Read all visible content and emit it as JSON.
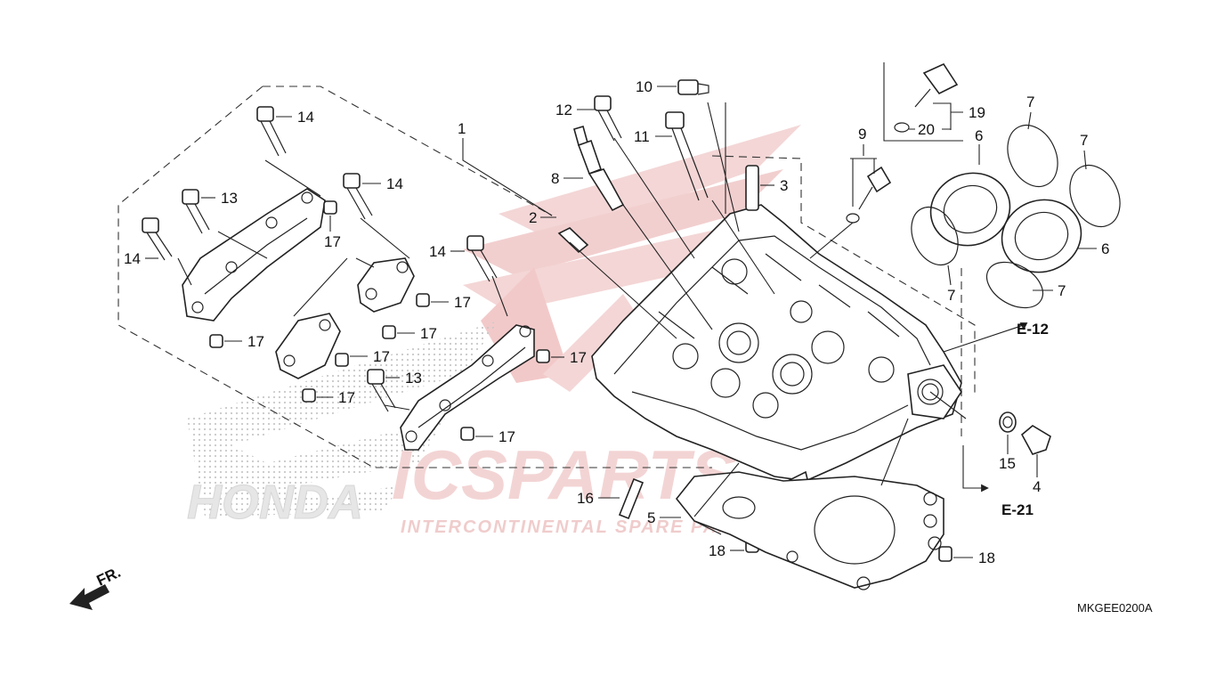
{
  "diagram": {
    "code": "MKGEE0200A",
    "direction_label": "FR.",
    "refs": {
      "e12": "E-12",
      "e21": "E-21"
    },
    "watermark": {
      "brand": "ICSPARTS",
      "tagline": "INTERCONTINENTAL SPARE PARTS",
      "maker": "HONDA"
    },
    "callouts": {
      "c1": "1",
      "c2": "2",
      "c3": "3",
      "c4": "4",
      "c5": "5",
      "c6a": "6",
      "c6b": "6",
      "c7a": "7",
      "c7b": "7",
      "c7c": "7",
      "c7d": "7",
      "c8": "8",
      "c9": "9",
      "c10": "10",
      "c11": "11",
      "c12": "12",
      "c13a": "13",
      "c13b": "13",
      "c14a": "14",
      "c14b": "14",
      "c14c": "14",
      "c14d": "14",
      "c15": "15",
      "c16": "16",
      "c17a": "17",
      "c17b": "17",
      "c17c": "17",
      "c17d": "17",
      "c17e": "17",
      "c17f": "17",
      "c17g": "17",
      "c17h": "17",
      "c18a": "18",
      "c18b": "18",
      "c19": "19",
      "c20": "20"
    }
  }
}
